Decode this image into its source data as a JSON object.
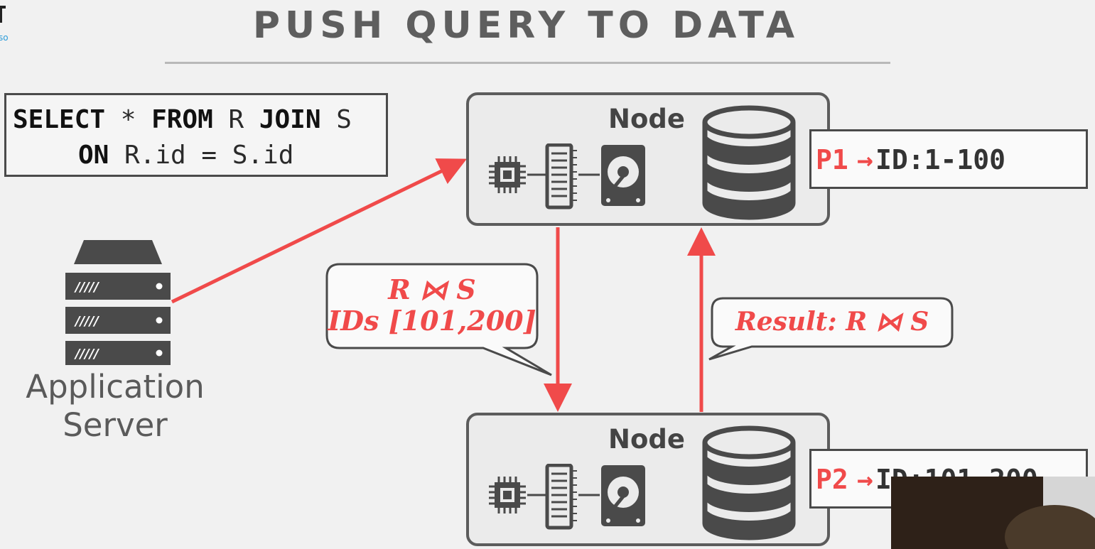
{
  "slide": {
    "title": "PUSH QUERY TO DATA",
    "corner_logo_text": "so"
  },
  "query": {
    "line1": [
      {
        "text": "SELECT",
        "kw": true
      },
      {
        "text": " * ",
        "kw": false
      },
      {
        "text": "FROM",
        "kw": true
      },
      {
        "text": " R ",
        "kw": false
      },
      {
        "text": "JOIN",
        "kw": true
      },
      {
        "text": " S",
        "kw": false
      }
    ],
    "line2": [
      {
        "text": "ON",
        "kw": true
      },
      {
        "text": " R.id = S.id",
        "kw": false
      }
    ]
  },
  "app_server": {
    "label_line1": "Application",
    "label_line2": "Server",
    "slot_text": "/////"
  },
  "nodes": [
    {
      "label": "Node",
      "partition_id": "P1",
      "partition_arrow": "→",
      "partition_range": "ID:1-100"
    },
    {
      "label": "Node",
      "partition_id": "P2",
      "partition_arrow": "→",
      "partition_range": "ID:101-200"
    }
  ],
  "bubbles": {
    "request_line1": "R ⋈ S",
    "request_line2": "IDs [101,200]",
    "result": "Result: R ⋈ S"
  },
  "colors": {
    "accent": "#f04a4a",
    "node_border": "#5c5c5c",
    "title": "#5e5e5e",
    "icon": "#4a4a4a"
  }
}
